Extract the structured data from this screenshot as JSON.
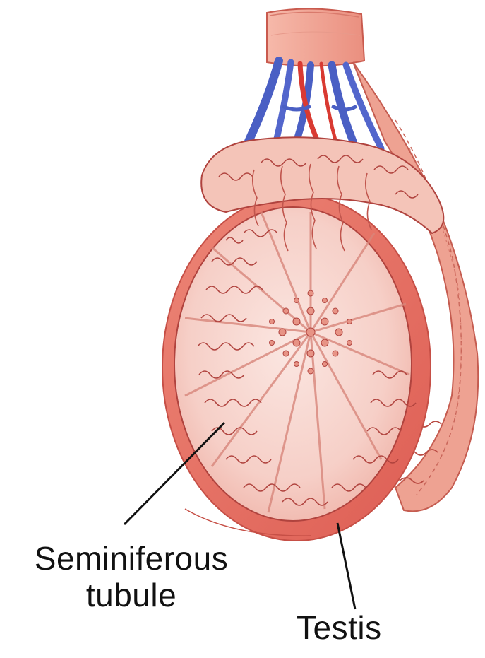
{
  "labels": {
    "seminiferous_line1": "Seminiferous",
    "seminiferous_line2": "tubule",
    "testis": "Testis"
  },
  "colors": {
    "background": "#ffffff",
    "tunica": "#e8776a",
    "tunica_dark": "#d85a50",
    "lobule_fill": "#f7d2cb",
    "lobule_light": "#fbe3de",
    "tubule_stroke": "#b0433e",
    "cord_fill": "#f0a594",
    "vein": "#4a5fc4",
    "artery": "#d93a32",
    "leader_line": "#111111",
    "label_text": "#111111"
  }
}
